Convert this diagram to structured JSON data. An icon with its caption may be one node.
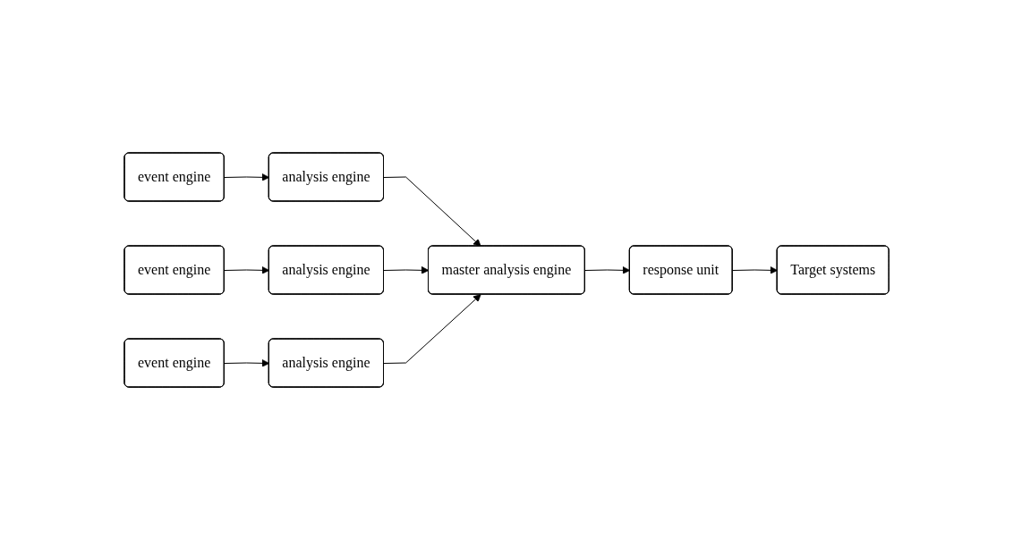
{
  "diagram": {
    "nodes": [
      {
        "text": [
          "Target systems"
        ]
      },
      {
        "text": [
          "event engine"
        ]
      },
      {
        "text": [
          "analysis engine"
        ]
      },
      {
        "text": [
          "event engine"
        ]
      },
      {
        "text": [
          "analysis engine"
        ]
      },
      {
        "text": [
          "event engine"
        ]
      },
      {
        "text": [
          "analysis engine"
        ]
      },
      {
        "text": [
          "master analysis engine"
        ]
      },
      {
        "text": [
          "response unit"
        ]
      }
    ],
    "edges": [
      {
        "from": 1,
        "to": 2,
        "arrow": "to"
      },
      {
        "from": 3,
        "to": 4,
        "arrow": "to"
      },
      {
        "from": 5,
        "to": 6,
        "arrow": "to"
      },
      {
        "from": 2,
        "to": 7,
        "arrow": "to"
      },
      {
        "from": 4,
        "to": 7,
        "arrow": "to"
      },
      {
        "from": 6,
        "to": 7,
        "arrow": "to"
      },
      {
        "from": 7,
        "to": 8,
        "arrow": "to"
      },
      {
        "from": 8,
        "to": 0,
        "arrow": "to"
      }
    ]
  }
}
